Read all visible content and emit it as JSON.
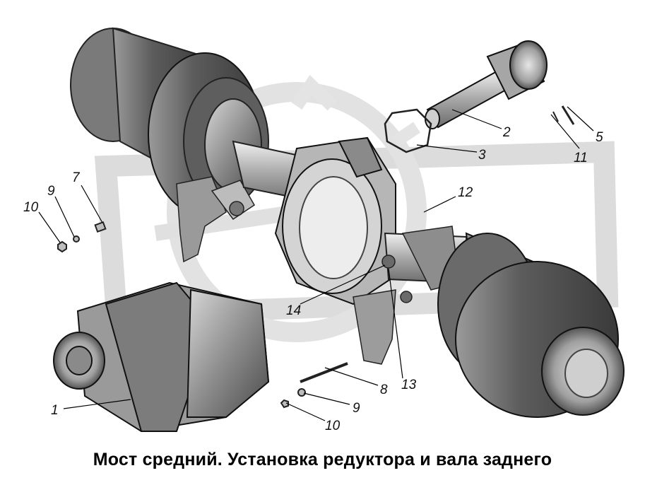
{
  "caption": "Мост средний. Установка редуктора и вала заднего",
  "callouts": {
    "c1": "1",
    "c2": "2",
    "c3": "3",
    "c5": "5",
    "c7": "7",
    "c8": "8",
    "c9a": "9",
    "c9b": "9",
    "c10a": "10",
    "c10b": "10",
    "c11": "11",
    "c12": "12",
    "c13": "13",
    "c14": "14"
  },
  "colors": {
    "watermark": "#d9d9d9",
    "part_dark": "#5a5a5a",
    "part_mid": "#8c8c8c",
    "part_light": "#c4c4c4"
  }
}
